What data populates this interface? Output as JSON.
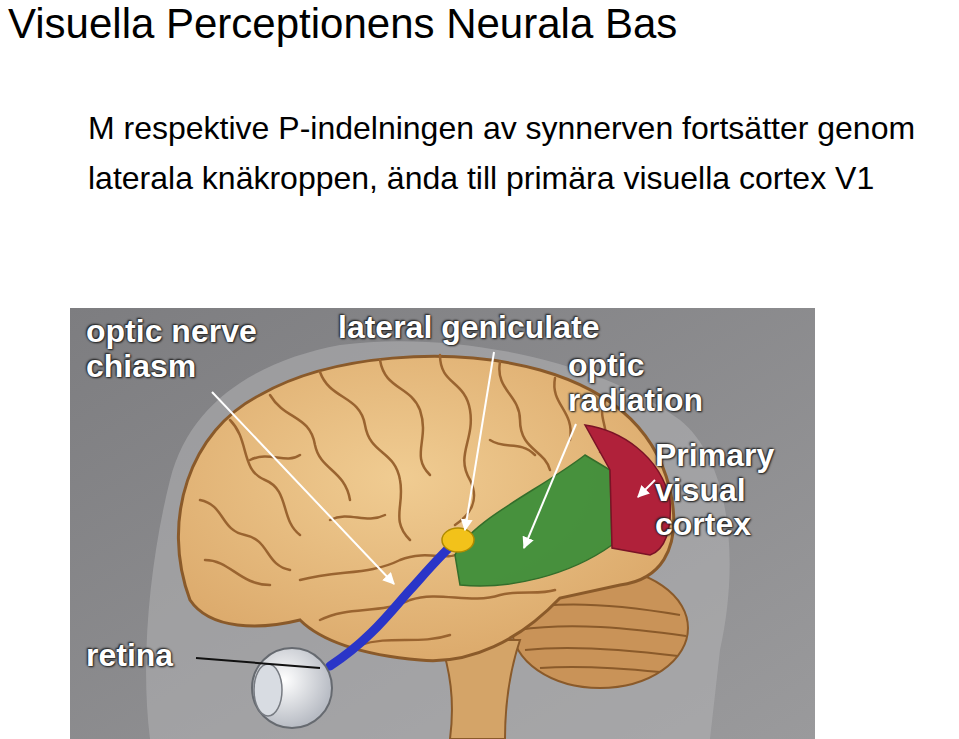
{
  "diagram": {
    "title": "Visuella Perceptionens Neurala Bas",
    "labels": [
      "M respektive P-indelningen av synnerven fortsätter genom laterala knäkroppen, ända till primära visuella cortex V1",
      "optic nerve chiasm",
      "lateral geniculate",
      "optic radiation",
      "Primary visual cortex",
      "retina"
    ]
  }
}
